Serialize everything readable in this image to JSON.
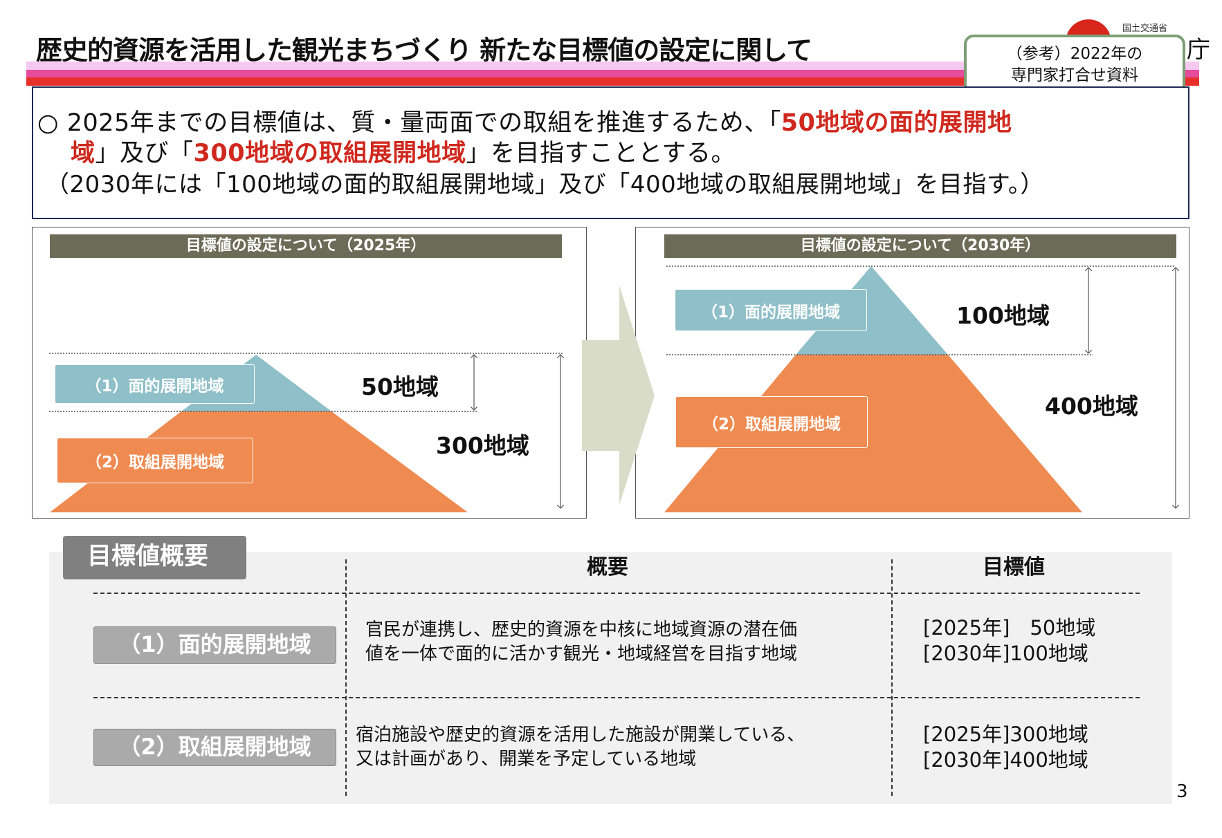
{
  "header": {
    "title": "歴史的資源を活用した観光まちづくり 新たな目標値の設定に関して",
    "logo_ministry": "国土交通省",
    "logo_agency_char": "庁",
    "note_line1": "（参考）2022年の",
    "note_line2": "専門家打合せ資料"
  },
  "intro": {
    "bullet": "○",
    "line1_a": "2025年までの目標値は、質・量両面での取組を推進するため、「",
    "line1_red": "50地域の面的展開地",
    "line2_red1": "域",
    "line2_b": "」及び「",
    "line2_red2": "300地域の取組展開地域",
    "line2_c": "」を目指すこととする。",
    "line3": "（2030年には「100地域の面的取組展開地域」及び「400地域の取組展開地域」を目指す。）"
  },
  "panels": [
    {
      "heading": "目標値の設定について（2025年）",
      "label1": "（1）面的展開地域",
      "label2": "（2）取組展開地域",
      "count1": "50地域",
      "count2": "300地域"
    },
    {
      "heading": "目標値の設定について（2030年）",
      "label1": "（1）面的展開地域",
      "label2": "（2）取組展開地域",
      "count1": "100地域",
      "count2": "400地域"
    }
  ],
  "table": {
    "tag": "目標値概要",
    "col_summary": "概要",
    "col_target": "目標値",
    "rows": [
      {
        "label": "（1）面的展開地域",
        "desc1": "官民が連携し、歴史的資源を中核に地域資源の潜在価",
        "desc2": "値を一体で面的に活かす観光・地域経営を目指す地域",
        "target1": "[2025年]　50地域",
        "target2": "[2030年]100地域"
      },
      {
        "label": "（2）取組展開地域",
        "desc1": "宿泊施設や歴史的資源を活用した施設が開業している、",
        "desc2": "又は計画があり、開業を予定している地域",
        "target1": "[2025年]300地域",
        "target2": "[2030年]400地域"
      }
    ]
  },
  "page_number": "3",
  "colors": {
    "teal": "#8fbfc8",
    "orange": "#ef8a50",
    "red": "#d0281e",
    "header_bar": "#6b6b57"
  }
}
